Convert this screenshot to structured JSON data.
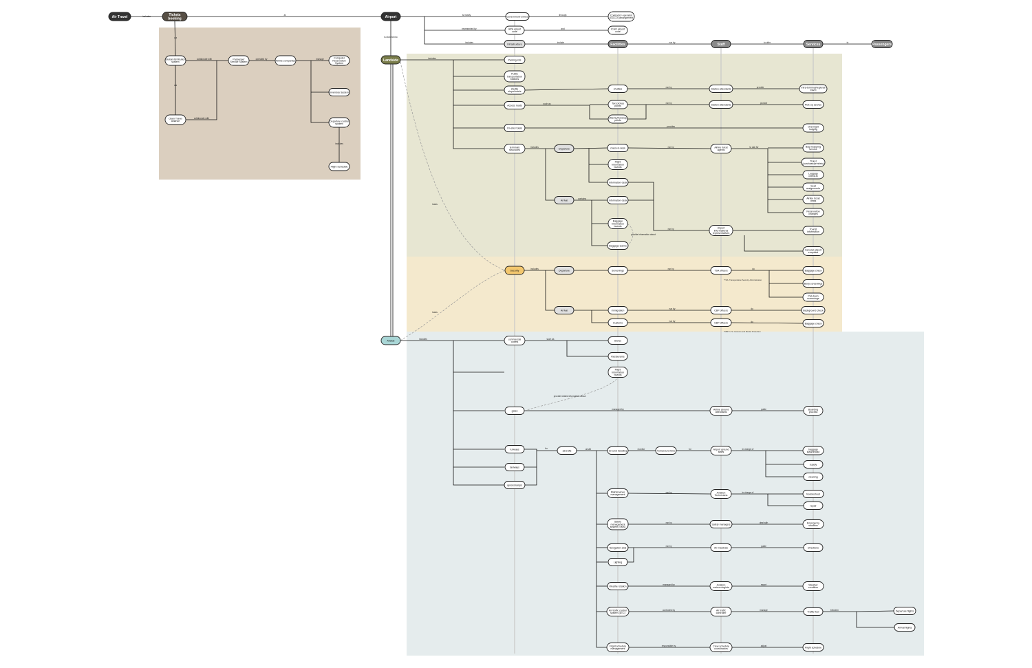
{
  "colors": {
    "booking_bg": "#dbcfbf",
    "landside_bg": "#e7e6d2",
    "security_bg": "#f4e9cd",
    "airside_bg": "#e5eced",
    "dark": "#333333",
    "dark_brown": "#574f45",
    "gray": "#8a8a8a",
    "landside": "#7a7d4b",
    "security": "#f3c76e",
    "airside": "#a9d6d6",
    "phase": "#e0e0e0",
    "white": "#ffffff"
  },
  "nodes": {
    "air_travel": "Air Travel",
    "tickets_booking": "Tickets\nbooking",
    "airport": "Airport",
    "gds": "Global distribution\nsystem",
    "pss": "Passenger\nService System",
    "airline_companies": "Airline companies",
    "crs": "Computer\nReservation\nSystem",
    "inventory": "Inventory System",
    "departure_control": "Departure control\nsystem",
    "flight_schedule_bk": "Flight Schedule",
    "ota": "Open Travel\nAlliance",
    "gov": "Government-owned",
    "contractor": "Contractor-operated\n(GOCO) arrangement",
    "iata": "IATA airport\ncode",
    "icao": "ICAO airport\ncode",
    "infrastructure": "Infrastructure",
    "facilities": "Facilities",
    "staff": "Staff",
    "services": "Services",
    "passengers": "Passengers",
    "landside": "Landside",
    "parking": "Parking lots",
    "public_transport": "Public\ntransportation\nstations",
    "shuttle_stops": "shuttle\nstops/hotels",
    "access_roads": "Access roads",
    "on_site_hotels": "On-site hotels",
    "terminals": "terminals\nstructures",
    "shuttles": "shuttles",
    "taxi_points": "Taxi pickup\npoints",
    "uber_points": "Uber/Lyft pickup\npoints",
    "station_attendants_1": "Station attendants",
    "station_attendants_2": "Station attendants",
    "intra_terminal": "Intra-terminal/regional\ntravel",
    "pickup_service": "Pick-up service",
    "overnight": "Overnight\nlodging",
    "departure_1": "Departure",
    "arrival_1": "Arrival",
    "checkin_desk": "check-in desk",
    "fids_1": "Flight\nInformation\nboards",
    "info_desk_1": "Information desk",
    "info_desk_2": "Information desk",
    "baggage_boards": "Baggage\nInformation\nboards",
    "baggage_claims": "Baggage claims",
    "ticket_agents": "Airline ticket\nagents",
    "airport_reps": "Airport\ninformational\nrepresentatives",
    "bag_wrapping": "Bag wrapping\nservice",
    "tickets": "Ticket\n(purchase/print/etc)",
    "luggage_checkin": "Luggage\ncheck-in",
    "seat_assign": "Seat\nassignments",
    "airline_deals": "Airline ticket\ndeals",
    "reservation_changes": "Reservation\nchanges",
    "tourist_info": "Tourist\ninformation",
    "general_enquiries": "General airport\nenquiries",
    "security": "Security",
    "departure_2": "Departure",
    "arrival_2": "Arrival",
    "screenings": "Screenings",
    "immigration": "Immigration",
    "customs": "Customs",
    "tsa": "TSA officers",
    "cbp_1": "CBP officers",
    "cbp_2": "CBP officers",
    "baggage_check_1": "Baggage check",
    "body_screenings": "Body screenings",
    "pat_down": "Pat-down\nscreenings",
    "background_check": "Background check",
    "baggage_check_2": "Baggage check",
    "airside": "Airside",
    "commercial": "commercial\noutlets",
    "stores": "Stores",
    "restaurants": "Restaurants",
    "fids_2": "Flight\nInformation\nboards",
    "gates": "gates",
    "gate_attendants": "Airline ground\nattendants",
    "boarding": "Boarding\nprocess",
    "runways": "runways",
    "taxiways": "taxiways",
    "aprons": "aprons/ramps",
    "aircrafts": "aircrafts",
    "ground_handling": "Ground handling",
    "turnaround": "Turnaround time",
    "ground_staff": "Airport ground\nstaffs",
    "baggage_loading": "baggage\nload/unload",
    "supply": "supply",
    "cleaning": "cleaning",
    "maintenance": "Maintenance\nmanagement",
    "aviation_tech": "Aviation\nTechnicians",
    "troubleshoot": "troubleshoot",
    "repair": "repair",
    "sms": "Safety\nmanagement\nsystem (SMS)",
    "safety_managers": "Safety managers",
    "emergency": "Emergency\nsituation",
    "nav_aids": "Navigation aids",
    "lighting": "Lighting",
    "air_marshals": "Air marshals",
    "directions": "Directions",
    "weather_station": "Weather station",
    "meteorologists": "Aviation\nmeteorologists",
    "weather_condition": "Weather\ncondition",
    "atc": "Air traffic control\nsystem (ATC)",
    "atc_controller": "Air traffic\ncontroller",
    "traffic_flow": "Traffic flow",
    "departure_flights": "Departure flights",
    "arrival_flights": "Arrival flights",
    "flight_schedule_mgmt": "Flight schedule\nmanagement",
    "crew_coordinators": "Crew schedule\ncoordinators",
    "flight_schedule": "Flight schedule"
  },
  "edge_labels": {
    "includes": "includes",
    "at": "at",
    "is_mostly": "is mostly",
    "through": "through",
    "represented_by": "represented by",
    "and": "and",
    "include": "include",
    "run_by": "run by",
    "to_offer": "to offer",
    "to": "to",
    "is_divided_into": "is divided into",
    "via": "via",
    "collaborate_with": "collaborate with",
    "operated_by": "operated by",
    "manage": "manage",
    "such_as": "such as",
    "provide": "provide",
    "provides": "provides",
    "to_ask_for": "to ask for",
    "provide_information_about": "provide information about",
    "do": "do",
    "leads": "leads",
    "contains": "contains",
    "provide_related_information_about": "provide related information about",
    "managed_by": "managed by",
    "guide": "guide",
    "for": "for",
    "monitor": "monitor",
    "onsite": "onsite",
    "in_charge_of": "in charge of",
    "deal_with": "deal with",
    "report": "report",
    "controlled_by": "controlled by",
    "between": "between",
    "responsible_by": "responsible by",
    "adjust": "adjust"
  },
  "notes": {
    "tsa_note": "*TSA: Transportation Security Administration",
    "cbp_note": "*CBP: U.S. Customs and Border Protection"
  }
}
